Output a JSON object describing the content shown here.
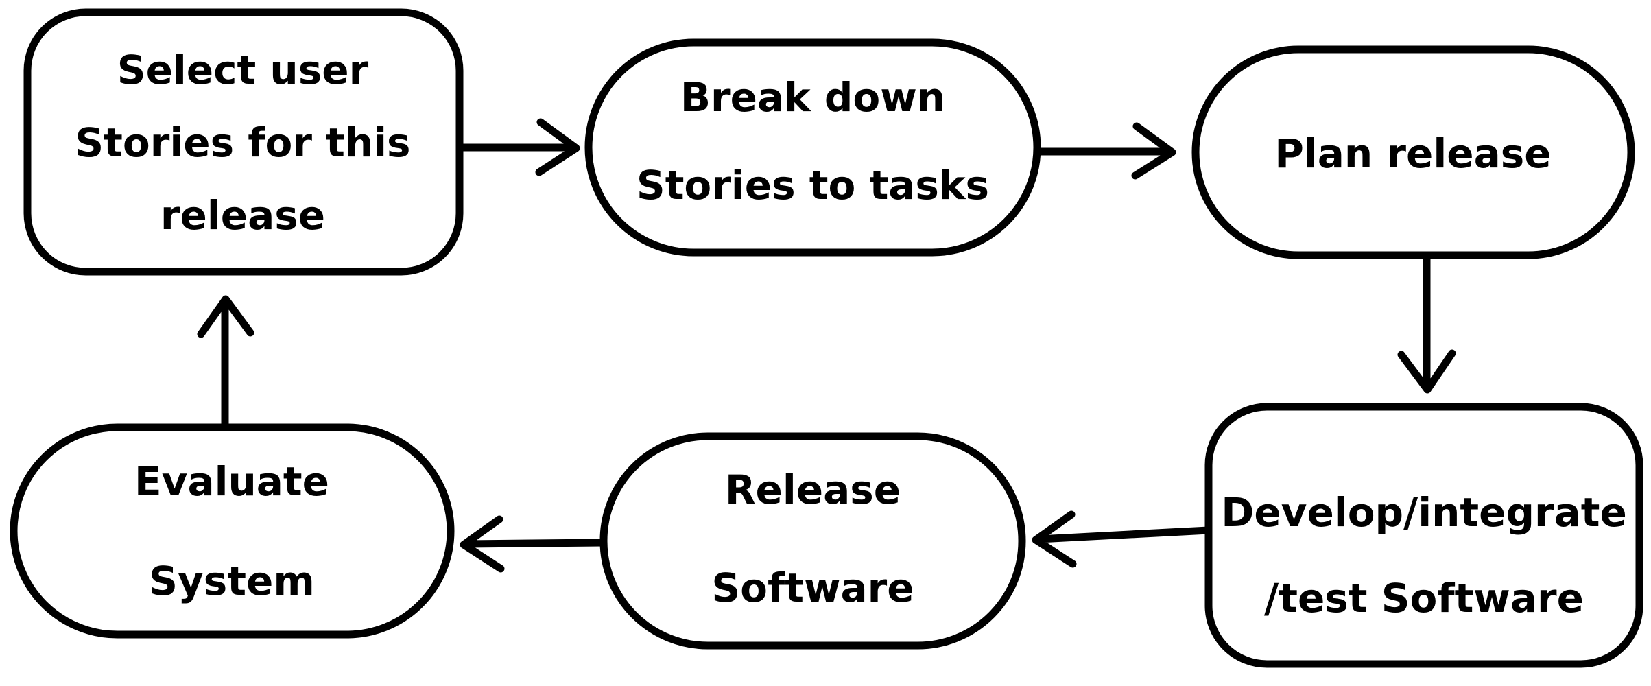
{
  "diagram": {
    "type": "flowchart",
    "style": "hand-drawn",
    "background_color": "#ffffff",
    "stroke_color": "#000000",
    "nodes": [
      {
        "id": "select-stories",
        "shape": "rounded-rectangle",
        "lines": [
          "Select user",
          "Stories for this",
          "release"
        ]
      },
      {
        "id": "break-down",
        "shape": "stadium",
        "lines": [
          "Break down",
          "Stories to tasks"
        ]
      },
      {
        "id": "plan-release",
        "shape": "stadium",
        "lines": [
          "Plan release"
        ]
      },
      {
        "id": "develop-test",
        "shape": "rounded-rectangle",
        "lines": [
          "Develop/integrate",
          "/test Software"
        ]
      },
      {
        "id": "release-software",
        "shape": "stadium",
        "lines": [
          "Release",
          "Software"
        ]
      },
      {
        "id": "evaluate-system",
        "shape": "stadium",
        "lines": [
          "Evaluate",
          "System"
        ]
      }
    ],
    "edges": [
      {
        "from": "select-stories",
        "to": "break-down",
        "direction": "right"
      },
      {
        "from": "break-down",
        "to": "plan-release",
        "direction": "right"
      },
      {
        "from": "plan-release",
        "to": "develop-test",
        "direction": "down"
      },
      {
        "from": "develop-test",
        "to": "release-software",
        "direction": "left"
      },
      {
        "from": "release-software",
        "to": "evaluate-system",
        "direction": "left"
      },
      {
        "from": "evaluate-system",
        "to": "select-stories",
        "direction": "up"
      }
    ]
  }
}
